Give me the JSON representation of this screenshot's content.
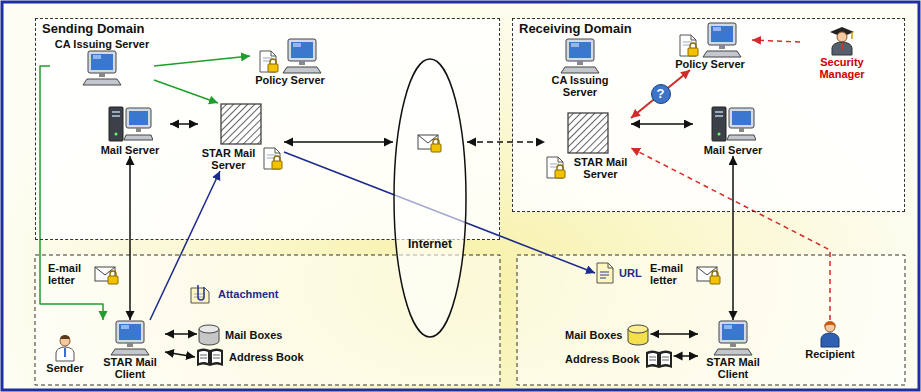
{
  "diagram": {
    "nodes": [
      {
        "text": [
          "Sending Domain"
        ]
      },
      {
        "text": [
          "CA Issuing Server"
        ],
        "in": 0
      },
      {
        "text": [
          "Policy Server"
        ],
        "in": 0
      },
      {
        "text": [
          "Mail Server"
        ],
        "in": 0
      },
      {
        "text": [
          "STAR Mail Server"
        ],
        "in": 0
      },
      {
        "text": [
          "E-mail letter"
        ]
      },
      {
        "text": [
          "Attachment"
        ]
      },
      {
        "text": [
          "Sender"
        ]
      },
      {
        "text": [
          "STAR Mail Client"
        ]
      },
      {
        "text": [
          "Mail Boxes"
        ]
      },
      {
        "text": [
          "Address Book"
        ]
      },
      {
        "text": [
          "Internet"
        ]
      },
      {
        "text": [
          "Receiving Domain"
        ]
      },
      {
        "text": [
          "CA Issuing Server"
        ],
        "in": 12
      },
      {
        "text": [
          "Policy Server"
        ],
        "in": 12
      },
      {
        "text": [
          "Security Manager"
        ],
        "in": 12
      },
      {
        "text": [
          "STAR Mail Server"
        ],
        "in": 12
      },
      {
        "text": [
          "Mail Server"
        ],
        "in": 12
      },
      {
        "text": [
          "URL"
        ]
      },
      {
        "text": [
          "E-mail letter"
        ]
      },
      {
        "text": [
          "Mail Boxes"
        ]
      },
      {
        "text": [
          "Address Book"
        ]
      },
      {
        "text": [
          "STAR Mail Client"
        ]
      },
      {
        "text": [
          "Recipient"
        ]
      }
    ],
    "edges": [
      {
        "from": 1,
        "to": 2,
        "arrow": "to"
      },
      {
        "from": 1,
        "to": 4,
        "arrow": "to"
      },
      {
        "from": 1,
        "to": 8,
        "arrow": "to"
      },
      {
        "from": 3,
        "to": 4,
        "arrow": "both"
      },
      {
        "from": 3,
        "to": 8,
        "arrow": "both"
      },
      {
        "from": 8,
        "to": 4,
        "arrow": "to"
      },
      {
        "from": 8,
        "to": 9,
        "arrow": "both"
      },
      {
        "from": 8,
        "to": 10,
        "arrow": "both"
      },
      {
        "from": 4,
        "to": 11,
        "arrow": "both"
      },
      {
        "from": 11,
        "to": 16,
        "arrow": "both"
      },
      {
        "from": 4,
        "to": 18,
        "arrow": "to"
      },
      {
        "from": 16,
        "to": 14,
        "label": "?",
        "arrow": "both"
      },
      {
        "from": 15,
        "to": 14,
        "arrow": "to"
      },
      {
        "from": 16,
        "to": 17,
        "arrow": "both"
      },
      {
        "from": 17,
        "to": 22,
        "arrow": "both"
      },
      {
        "from": 20,
        "to": 22,
        "arrow": "both"
      },
      {
        "from": 21,
        "to": 22,
        "arrow": "both"
      },
      {
        "from": 23,
        "to": 16,
        "arrow": "to"
      }
    ]
  }
}
